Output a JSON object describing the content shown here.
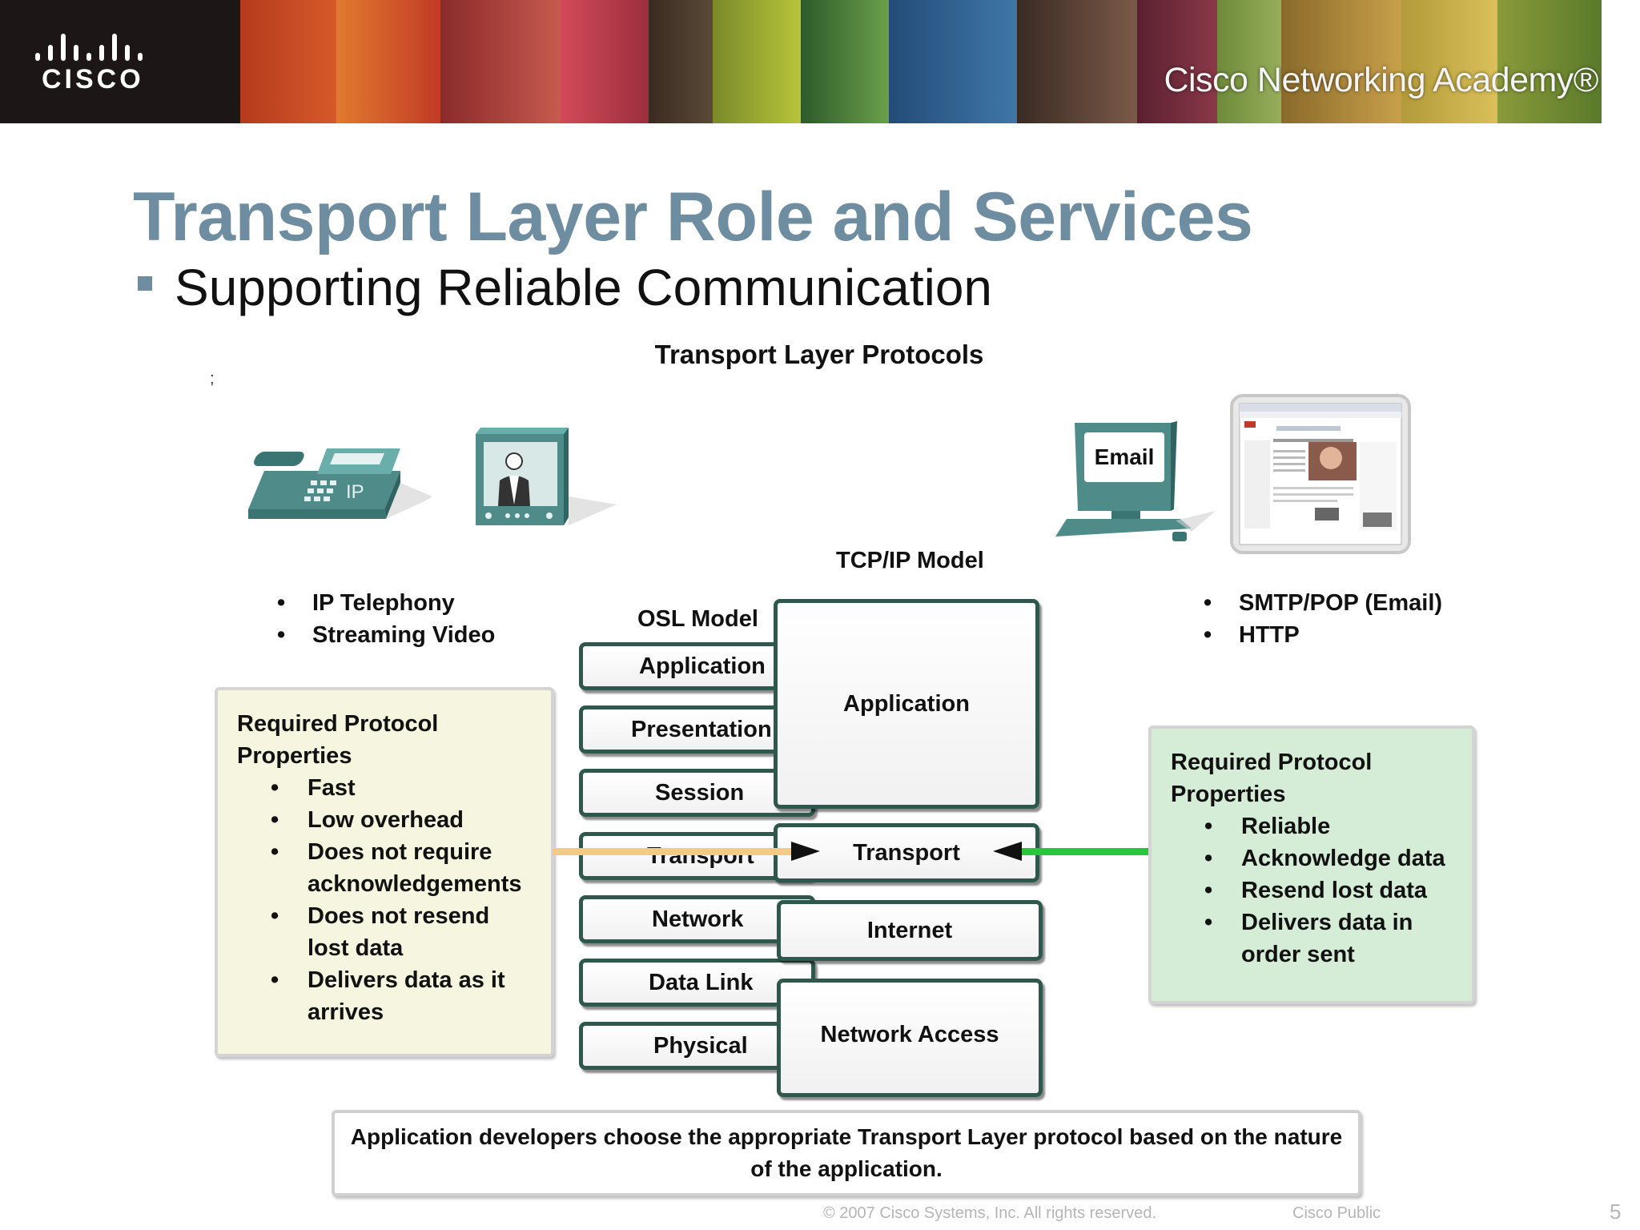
{
  "banner": {
    "logo_text": "CISCO",
    "academy": "Cisco Networking Academy®"
  },
  "slide": {
    "title": "Transport Layer Role and Services",
    "subtitle": "Supporting Reliable Communication",
    "figure_title": "Transport Layer Protocols",
    "stray_mark": ";"
  },
  "left_apps": [
    "IP Telephony",
    "Streaming Video"
  ],
  "right_apps": [
    "SMTP/POP (Email)",
    "HTTP"
  ],
  "udp_box": {
    "header": [
      "Required Protocol",
      "Properties"
    ],
    "items": [
      "Fast",
      "Low overhead",
      "Does not require acknowledgements",
      "Does not resend lost data",
      "Delivers data as it arrives"
    ]
  },
  "tcp_box": {
    "header": [
      "Required Protocol",
      "Properties"
    ],
    "items": [
      "Reliable",
      "Acknowledge data",
      "Resend lost data",
      "Delivers data in order sent"
    ]
  },
  "osi_model": {
    "label": "OSL Model",
    "layers": [
      "Application",
      "Presentation",
      "Session",
      "Transport",
      "Network",
      "Data Link",
      "Physical"
    ]
  },
  "tcpip_model": {
    "label": "TCP/IP Model",
    "layers": [
      "Application",
      "Transport",
      "Internet",
      "Network Access"
    ]
  },
  "icons": {
    "phone_label": "IP",
    "email_label": "Email",
    "names": [
      "ip-phone-icon",
      "video-monitor-icon",
      "email-computer-icon",
      "web-browser-icon"
    ]
  },
  "caption": "Application developers choose the appropriate Transport Layer protocol based on the nature of the application.",
  "footer": {
    "copyright": "© 2007 Cisco Systems, Inc. All rights reserved.",
    "classification": "Cisco Public",
    "page_number": "5"
  },
  "colors": {
    "title": "#6e8da1",
    "layer_border": "#2e584c",
    "udp_box_bg": "#f6f5df",
    "tcp_box_bg": "#d5ecd6",
    "udp_arrow": "#f6c986",
    "tcp_arrow": "#2bc43e",
    "device_teal": "#5a9a98"
  }
}
